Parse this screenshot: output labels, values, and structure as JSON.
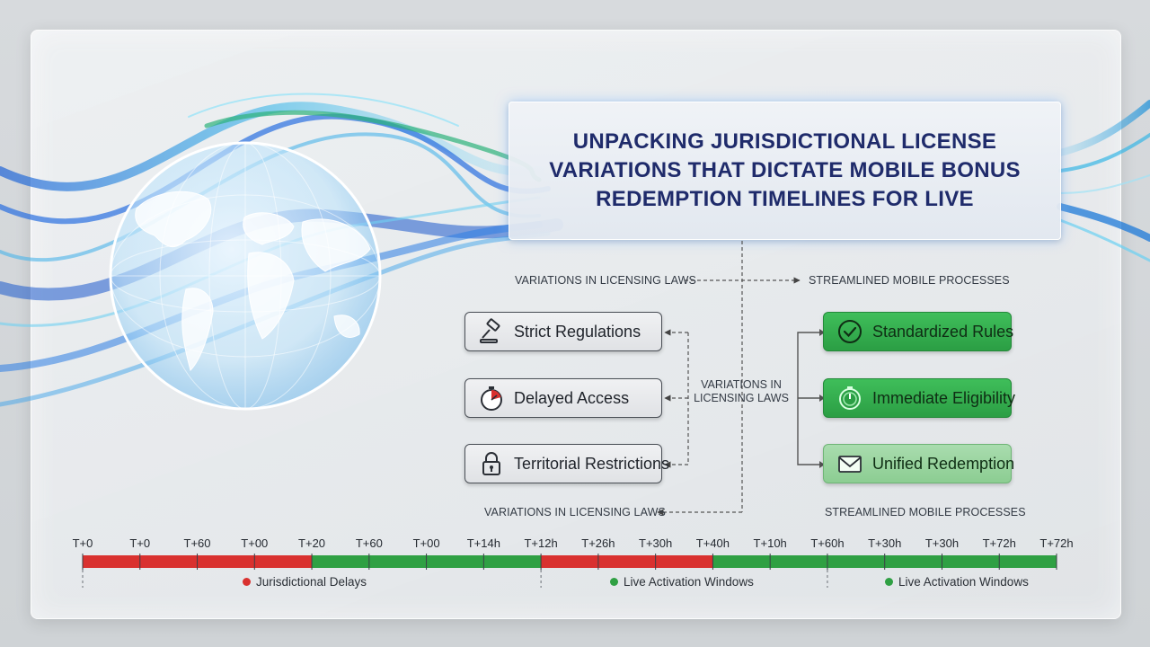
{
  "title": "Unpacking Jurisdictional License Variations That Dictate Mobile Bonus Redemption Timelines For Live",
  "captions": {
    "top_left": "Variations in Licensing Laws",
    "top_right": "Streamlined Mobile Processes",
    "center": "Variations in Licensing Laws",
    "bottom_left": "Variations in Licensing Laws",
    "bottom_right": "Streamlined Mobile Processes"
  },
  "left_items": [
    {
      "label": "Strict Regulations",
      "icon": "gavel-icon"
    },
    {
      "label": "Delayed Access",
      "icon": "stopwatch-icon"
    },
    {
      "label": "Territorial Restrictions",
      "icon": "padlock-icon"
    }
  ],
  "right_items": [
    {
      "label": "Standardized Rules",
      "icon": "checkmark-circle-icon"
    },
    {
      "label": "Immediate Eligibility",
      "icon": "stopwatch-icon"
    },
    {
      "label": "Unified Redemption",
      "icon": "envelope-icon"
    }
  ],
  "timeline": {
    "ticks": [
      "T+0",
      "T+0",
      "T+60",
      "T+00",
      "T+20",
      "T+60",
      "T+00",
      "T+14h",
      "T+12h",
      "T+26h",
      "T+30h",
      "T+40h",
      "T+10h",
      "T+60h",
      "T+30h",
      "T+30h",
      "T+72h",
      "T+72h"
    ],
    "segments": [
      {
        "from": 0,
        "to": 4,
        "status": "delay"
      },
      {
        "from": 4,
        "to": 8,
        "status": "live"
      },
      {
        "from": 8,
        "to": 11,
        "status": "delay"
      },
      {
        "from": 11,
        "to": 17,
        "status": "live"
      }
    ],
    "legends": [
      {
        "label": "Jurisdictional Delays",
        "status": "delay"
      },
      {
        "label": "Live Activation Windows",
        "status": "live"
      },
      {
        "label": "Live Activation Windows",
        "status": "live"
      }
    ]
  },
  "colors": {
    "delay": "#d9312f",
    "live": "#2fa043",
    "title": "#1f2b6b"
  }
}
